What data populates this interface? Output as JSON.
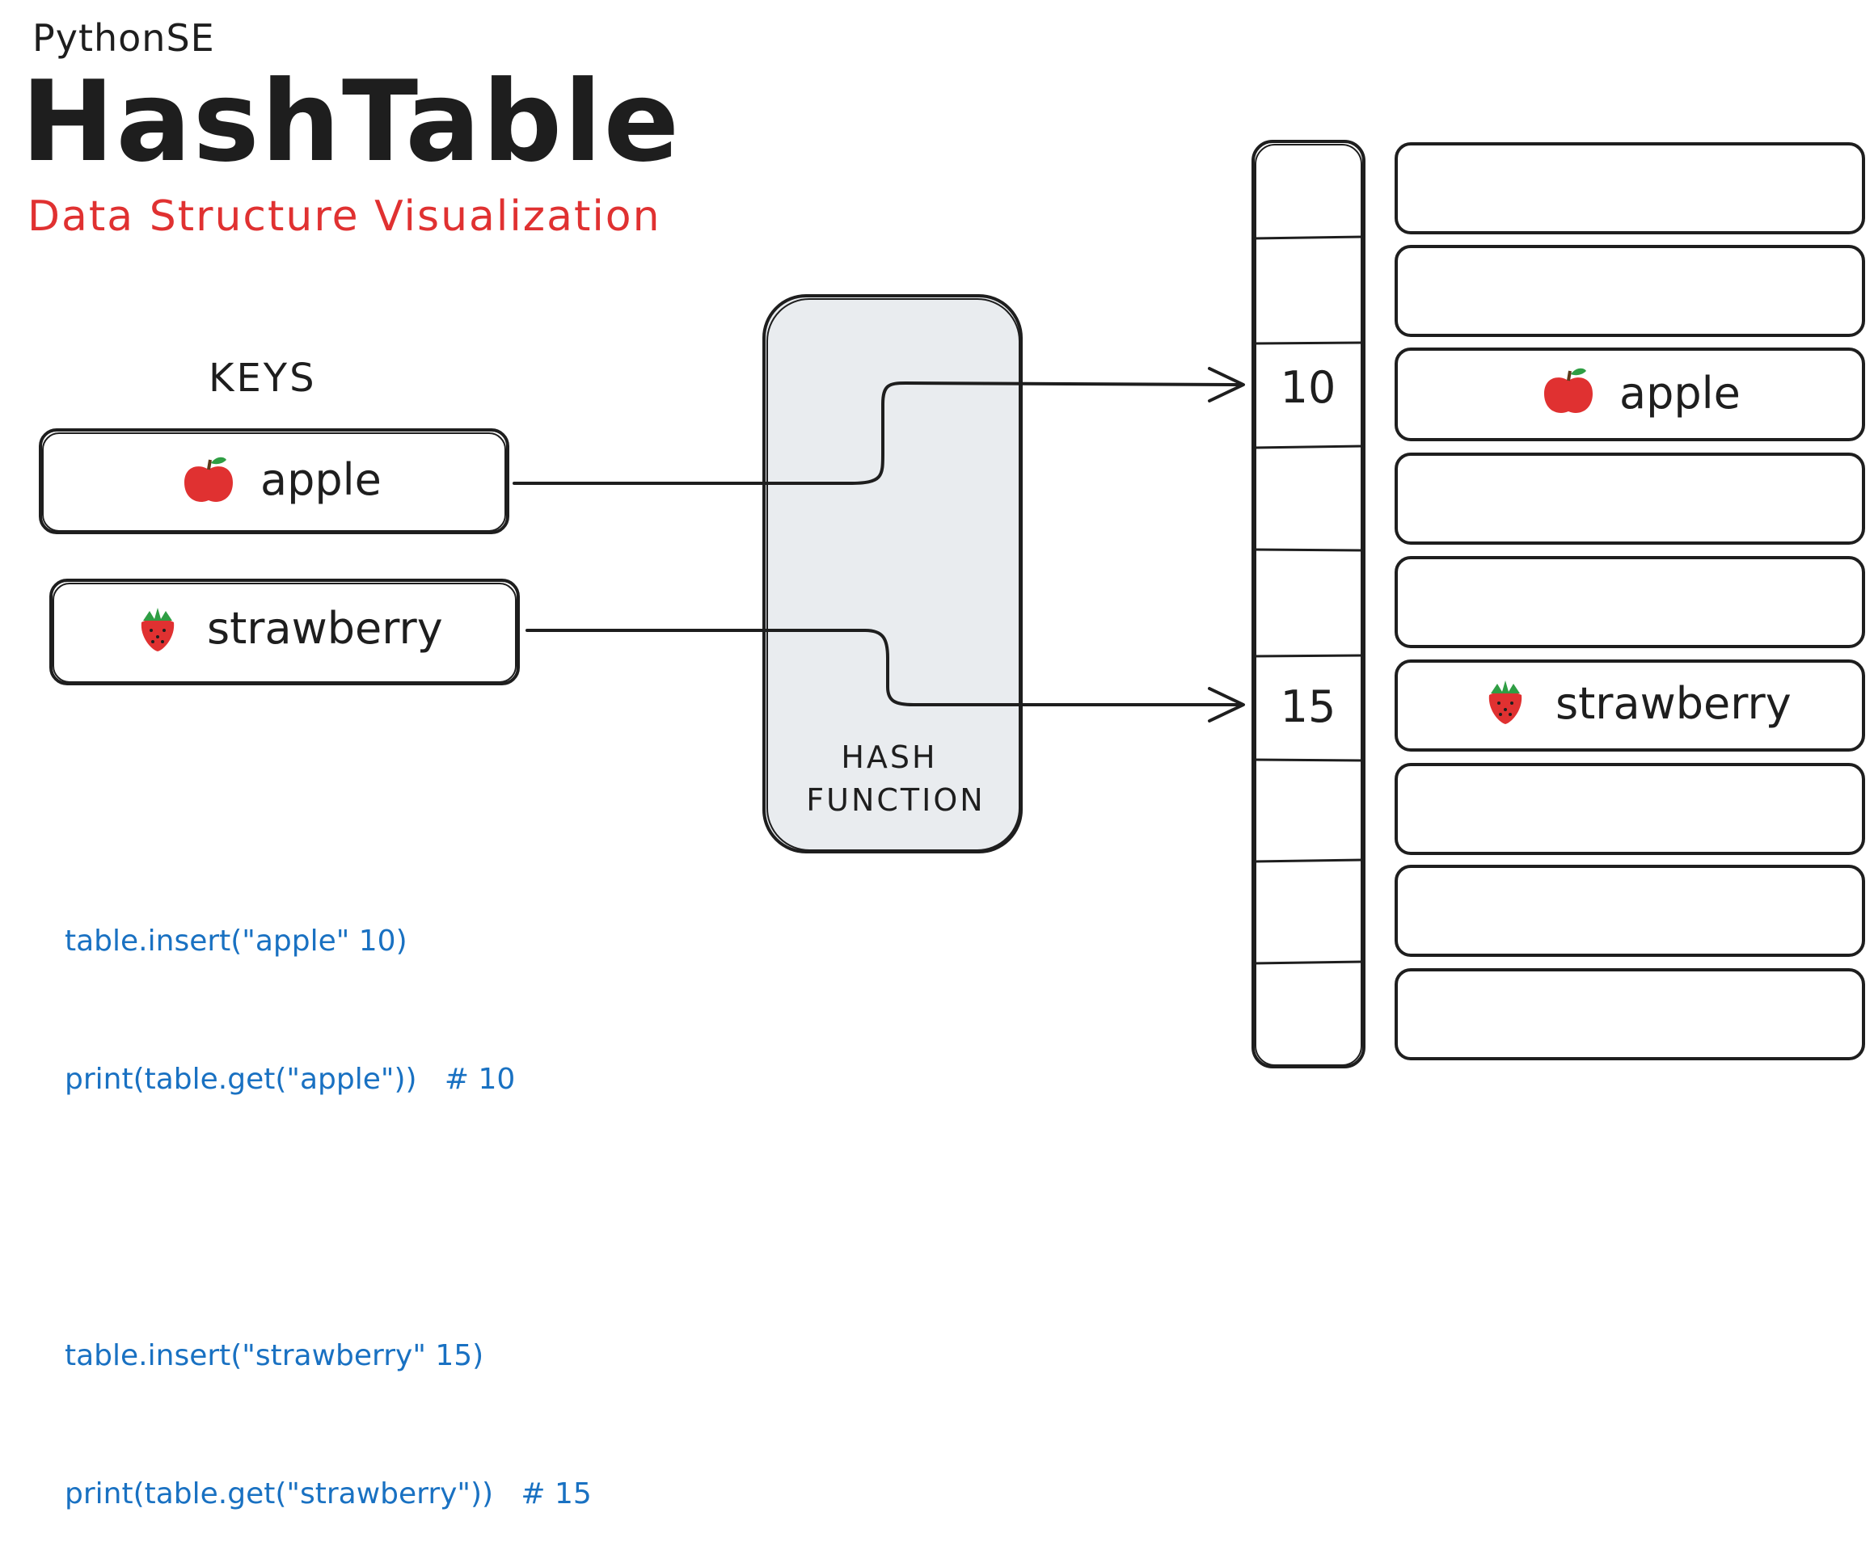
{
  "header": {
    "brand": "PythonSE",
    "title": "HashTable",
    "subtitle": "Data Structure Visualization"
  },
  "keys": {
    "heading": "KEYS",
    "items": [
      {
        "label": "apple",
        "icon": "apple-icon"
      },
      {
        "label": "strawberry",
        "icon": "strawberry-icon"
      }
    ]
  },
  "hash_function": {
    "label_line1": "HASH",
    "label_line2": "FUNCTION"
  },
  "table": {
    "indices": [
      "",
      "",
      "10",
      "",
      "",
      "15",
      "",
      "",
      ""
    ],
    "values": [
      {
        "label": "",
        "icon": ""
      },
      {
        "label": "",
        "icon": ""
      },
      {
        "label": "apple",
        "icon": "apple-icon"
      },
      {
        "label": "",
        "icon": ""
      },
      {
        "label": "",
        "icon": ""
      },
      {
        "label": "strawberry",
        "icon": "strawberry-icon"
      },
      {
        "label": "",
        "icon": ""
      },
      {
        "label": "",
        "icon": ""
      },
      {
        "label": "",
        "icon": ""
      }
    ]
  },
  "code": {
    "lines": [
      "table.insert(\"apple\" 10)",
      "print(table.get(\"apple\"))   # 10",
      "table.insert(\"strawberry\" 15)",
      "print(table.get(\"strawberry\"))   # 15"
    ]
  },
  "colors": {
    "stroke": "#1e1e1e",
    "subtitle": "#e03131",
    "hash_fill": "#e9ecef",
    "code": "#1971c2",
    "apple": "#e03131",
    "strawberry": "#e03131",
    "leaf": "#2f9e44"
  }
}
